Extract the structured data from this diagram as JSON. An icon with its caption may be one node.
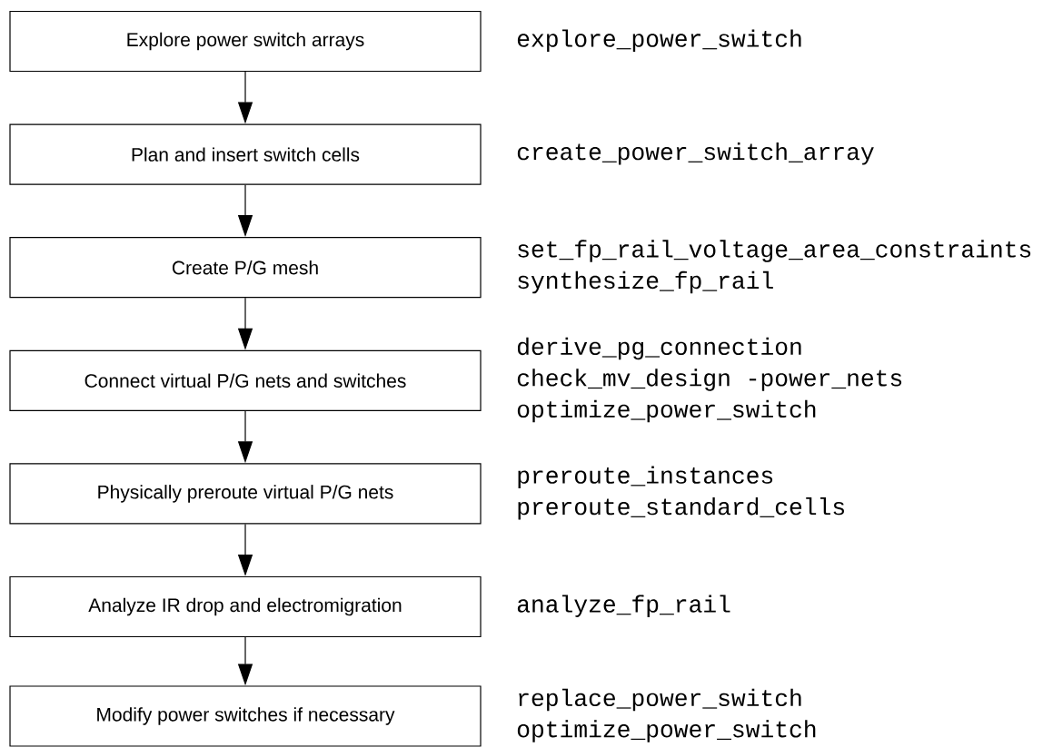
{
  "diagram": {
    "nodes": [
      {
        "text": [
          "Explore power switch arrays"
        ],
        "beside": [
          "explore_power_switch"
        ]
      },
      {
        "text": [
          "Plan and insert switch cells"
        ],
        "beside": [
          "create_power_switch_array"
        ]
      },
      {
        "text": [
          "Create P/G mesh"
        ],
        "beside": [
          "set_fp_rail_voltage_area_constraints",
          "synthesize_fp_rail"
        ]
      },
      {
        "text": [
          "Connect virtual P/G nets and switches"
        ],
        "beside": [
          "derive_pg_connection",
          "check_mv_design -power_nets",
          "optimize_power_switch"
        ]
      },
      {
        "text": [
          "Physically preroute virtual P/G nets"
        ],
        "beside": [
          "preroute_instances",
          "preroute_standard_cells"
        ]
      },
      {
        "text": [
          "Analyze IR drop and electromigration"
        ],
        "beside": [
          "analyze_fp_rail"
        ]
      },
      {
        "text": [
          "Modify power switches if necessary"
        ],
        "beside": [
          "replace_power_switch",
          "optimize_power_switch"
        ]
      }
    ],
    "edges": [
      {
        "from": 0,
        "to": 1,
        "arrow": "to"
      },
      {
        "from": 1,
        "to": 2,
        "arrow": "to"
      },
      {
        "from": 2,
        "to": 3,
        "arrow": "to"
      },
      {
        "from": 3,
        "to": 4,
        "arrow": "to"
      },
      {
        "from": 4,
        "to": 5,
        "arrow": "to"
      },
      {
        "from": 5,
        "to": 6,
        "arrow": "to"
      }
    ]
  }
}
